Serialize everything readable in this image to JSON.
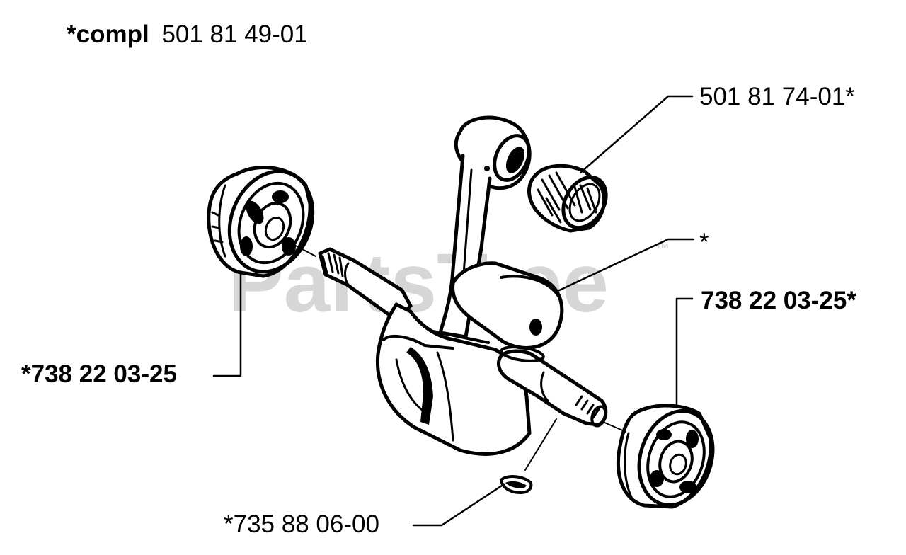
{
  "title": {
    "prefix": "*compl",
    "number": "501 81 49-01"
  },
  "watermark": {
    "text": "PartsTree",
    "mark": "™"
  },
  "callouts": {
    "needle_bearing": "501 81 74-01*",
    "crank_asterisk": "*",
    "bearing_right": "738 22 03-25*",
    "bearing_left": "*738 22 03-25",
    "woodruff_key": "*735 88 06-00"
  },
  "colors": {
    "ink": "#000000",
    "paper": "#ffffff",
    "watermark": "#d6d6d6"
  }
}
